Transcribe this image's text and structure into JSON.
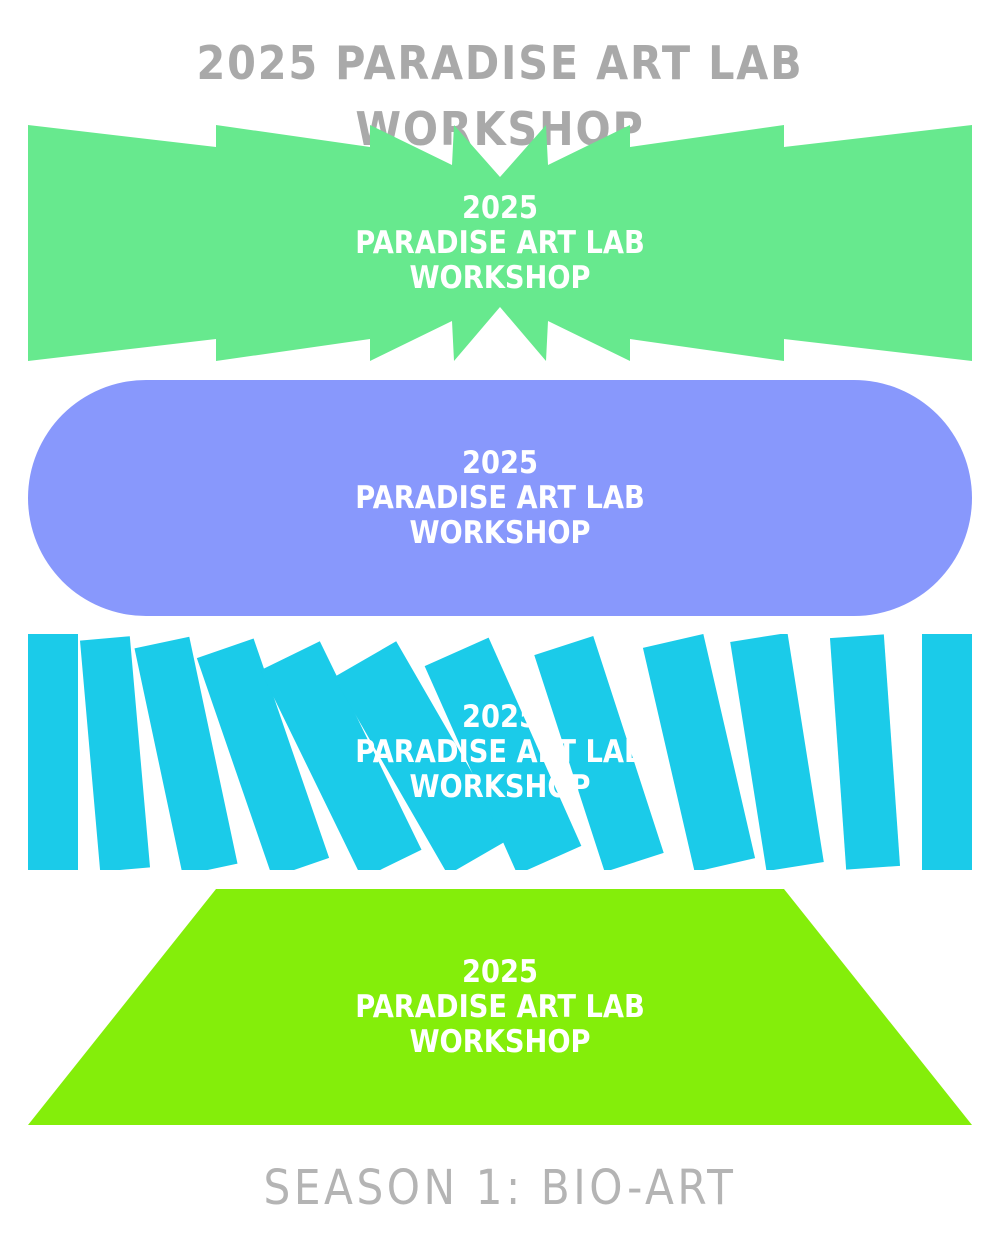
{
  "header": {
    "title": "2025 PARADISE ART LAB WORKSHOP"
  },
  "bands": [
    {
      "line1": "2025",
      "line2": "PARADISE ART LAB",
      "line3": "WORKSHOP",
      "shape": "bowtie-burst",
      "color": "#67e98e"
    },
    {
      "line1": "2025",
      "line2": "PARADISE ART LAB",
      "line3": "WORKSHOP",
      "shape": "pill",
      "color": "#8898fc"
    },
    {
      "line1": "2025",
      "line2": "PARADISE ART LAB",
      "line3": "WORKSHOP",
      "shape": "tilted-strips",
      "color": "#1bcbe9"
    },
    {
      "line1": "2025",
      "line2": "PARADISE ART LAB",
      "line3": "WORKSHOP",
      "shape": "trapezoid",
      "color": "#84ee0a"
    }
  ],
  "footer": {
    "subtitle": "SEASON 1: BIO-ART"
  }
}
